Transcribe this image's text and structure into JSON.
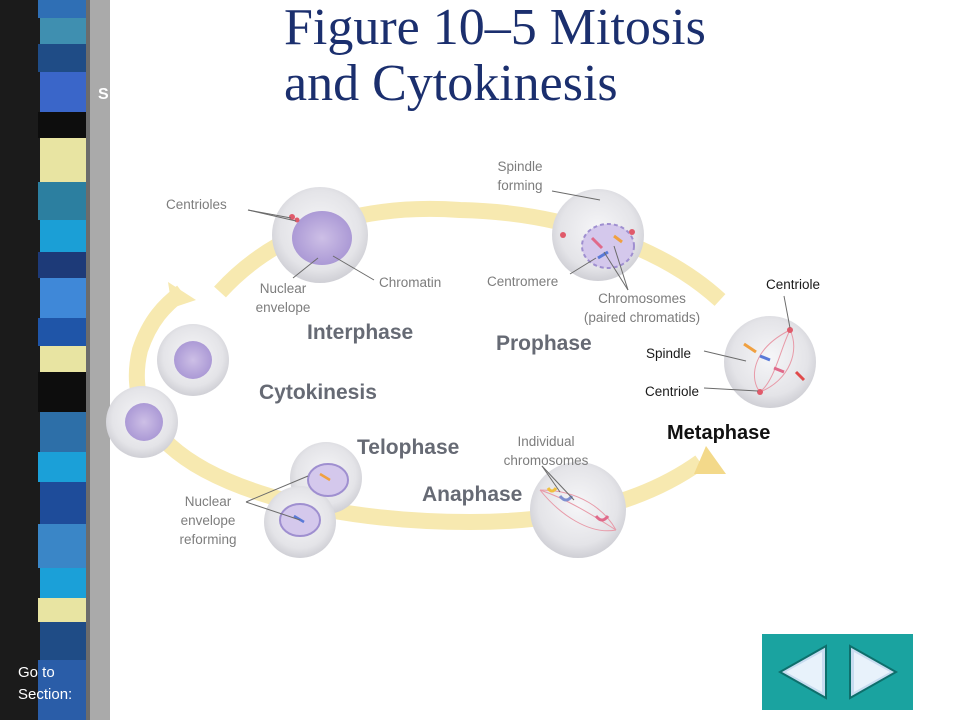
{
  "title": {
    "line1": "Figure 10–5 Mitosis",
    "line2": "and Cytokinesis"
  },
  "side_letter": "S",
  "labels": {
    "centrioles": "Centrioles",
    "nuclear_envelope_1": "Nuclear",
    "nuclear_envelope_2": "envelope",
    "chromatin": "Chromatin",
    "spindle_forming_1": "Spindle",
    "spindle_forming_2": "forming",
    "centromere": "Centromere",
    "chromosomes_1": "Chromosomes",
    "chromosomes_2": "(paired chromatids)",
    "centriole_top": "Centriole",
    "spindle": "Spindle",
    "centriole_bottom": "Centriole",
    "individual_1": "Individual",
    "individual_2": "chromosomes",
    "reforming_1": "Nuclear",
    "reforming_2": "envelope",
    "reforming_3": "reforming"
  },
  "phases": {
    "interphase": "Interphase",
    "prophase": "Prophase",
    "metaphase": "Metaphase",
    "cytokinesis": "Cytokinesis",
    "telophase": "Telophase",
    "anaphase": "Anaphase"
  },
  "nav": {
    "goto_line1": "Go to",
    "goto_line2": "Section:",
    "back_icon": "left-arrow-icon",
    "forward_icon": "right-arrow-icon"
  },
  "colors": {
    "title": "#1b2f6e",
    "cycle_arrow": "#f7e9b0",
    "cell": "#e6e6ea",
    "nucleus": "#b7a6d9",
    "nav": "#1aa3a0"
  }
}
